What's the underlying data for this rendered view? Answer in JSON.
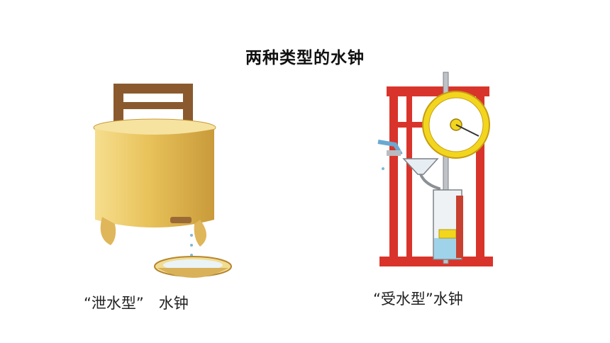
{
  "title": "两种类型的水钟",
  "left_caption": "“泄水型”　水钟",
  "right_caption": "“受水型”水钟",
  "colors": {
    "vessel_yellow": "#e8c25a",
    "frame_brown": "#8a5a2e",
    "frame_red": "#d9342b",
    "dial_yellow": "#f2d61e",
    "water_blue": "#9fd3ea"
  }
}
